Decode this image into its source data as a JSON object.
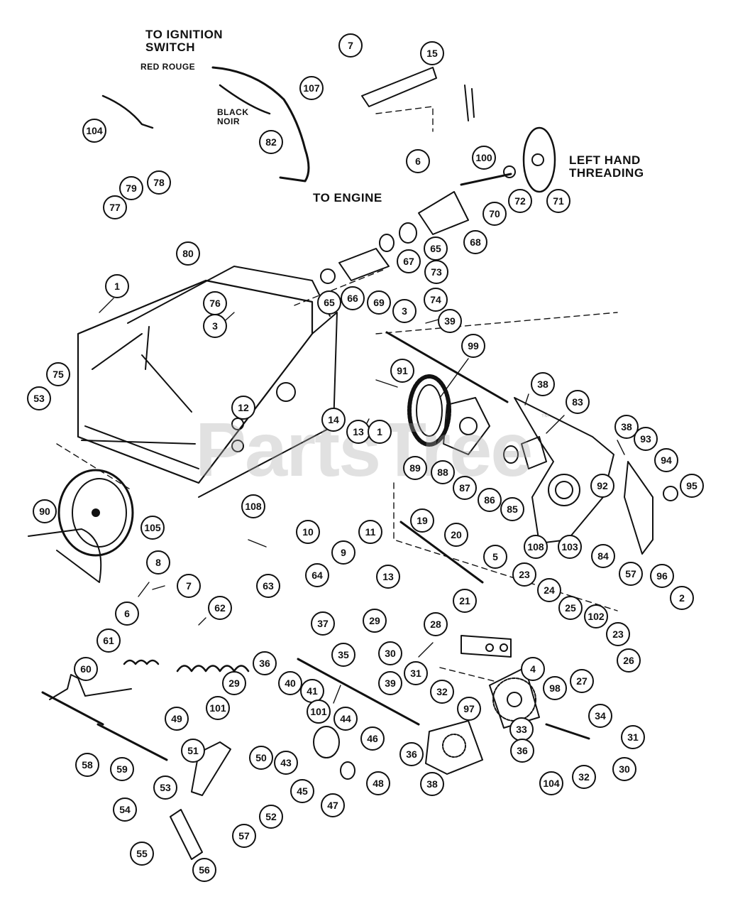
{
  "labels": {
    "to_ignition": "TO IGNITION\nSWITCH",
    "red_rouge": "RED ROUGE",
    "black_noir": "BLACK\nNOIR",
    "to_engine": "TO ENGINE",
    "left_hand": "LEFT HAND\nTHREADING"
  },
  "watermark": {
    "text": "PartsTree",
    "tm": "™"
  },
  "callouts": [
    "7",
    "15",
    "107",
    "104",
    "82",
    "6",
    "100",
    "72",
    "71",
    "70",
    "68",
    "79",
    "78",
    "77",
    "80",
    "65",
    "67",
    "73",
    "66",
    "65",
    "69",
    "3",
    "74",
    "1",
    "76",
    "3",
    "39",
    "99",
    "91",
    "38",
    "83",
    "75",
    "53",
    "12",
    "14",
    "13",
    "1",
    "89",
    "88",
    "87",
    "86",
    "85",
    "38",
    "93",
    "94",
    "95",
    "92",
    "108",
    "108",
    "103",
    "84",
    "57",
    "96",
    "2",
    "90",
    "105",
    "10",
    "11",
    "9",
    "19",
    "20",
    "5",
    "23",
    "24",
    "25",
    "102",
    "23",
    "26",
    "27",
    "8",
    "7",
    "6",
    "13",
    "21",
    "64",
    "63",
    "62",
    "37",
    "29",
    "28",
    "30",
    "31",
    "61",
    "36",
    "35",
    "4",
    "98",
    "60",
    "29",
    "40",
    "41",
    "39",
    "32",
    "101",
    "101",
    "44",
    "46",
    "49",
    "97",
    "33",
    "34",
    "31",
    "43",
    "36",
    "58",
    "59",
    "51",
    "50",
    "45",
    "47",
    "48",
    "38",
    "36",
    "32",
    "30",
    "104",
    "53",
    "54",
    "52",
    "57",
    "55",
    "56"
  ]
}
